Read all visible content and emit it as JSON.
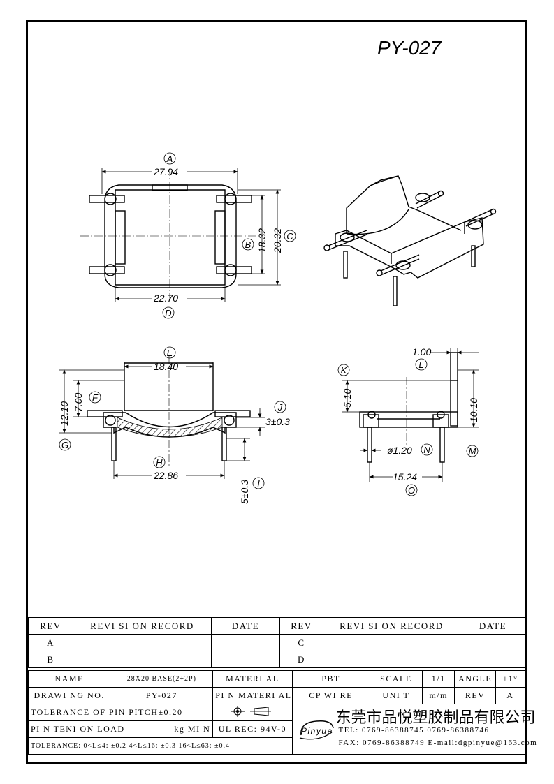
{
  "drawing_number_title": "PY-027",
  "dims": {
    "a_label": "A",
    "a_value": "27.94",
    "b_label": "B",
    "b_value": "18.32",
    "c_label": "C",
    "c_value": "20.32",
    "d_label": "D",
    "d_value": "22.70",
    "e_label": "E",
    "e_value": "18.40",
    "f_label": "F",
    "f_value": "7.00",
    "g_label": "G",
    "g_value": "12.10",
    "h_label": "H",
    "h_value": "22.86",
    "i_label": "I",
    "i_value": "5±0.3",
    "j_label": "J",
    "j_value": "3±0.3",
    "k_label": "K",
    "k_value": "5.10",
    "l_label": "L",
    "l_value": "1.00",
    "m_label": "M",
    "m_value": "10.10",
    "n_label": "N",
    "n_value": "ø1.20",
    "o_label": "O",
    "o_value": "15.24"
  },
  "revision": {
    "rev_header": "REV",
    "record_header": "REVI SI ON  RECORD",
    "date_header": "DATE",
    "rows_left": [
      "A",
      "B"
    ],
    "rows_right": [
      "C",
      "D"
    ]
  },
  "title_block": {
    "name_label": "NAME",
    "name_value": "28X20  BASE(2+2P)",
    "material_label": "MATERI AL",
    "material_value": "PBT",
    "scale_label": "SCALE",
    "scale_value": "1/1",
    "angle_label": "ANGLE",
    "angle_value": "±1°",
    "drawing_no_label": "DRAWI NG NO.",
    "drawing_no_value": "PY-027",
    "pin_material_label": "PI N MATERI AL",
    "pin_material_value": "CP  WI RE",
    "unit_label": "UNI T",
    "unit_value": "m/m",
    "rev_label": "REV",
    "rev_value": "A",
    "tolerance_pitch": "TOLERANCE  OF  PIN  PITCH±0.20",
    "pin_load_label": "PI N  TENI ON  LOAD",
    "pin_load_value": "kg  MI N",
    "ul_rec": "UL  REC: 94V-0",
    "tolerance_general": "TOLERANCE: 0<L≤4: ±0.2   4<L≤16: ±0.3    16<L≤63: ±0.4",
    "logo_text": "Pinyue",
    "company_name": "东莞市品悦塑胶制品有限公司",
    "tel": "TEL: 0769-86388745      0769-86388746",
    "fax": "FAX: 0769-86388749    E-mail:dgpinyue@163.com"
  }
}
